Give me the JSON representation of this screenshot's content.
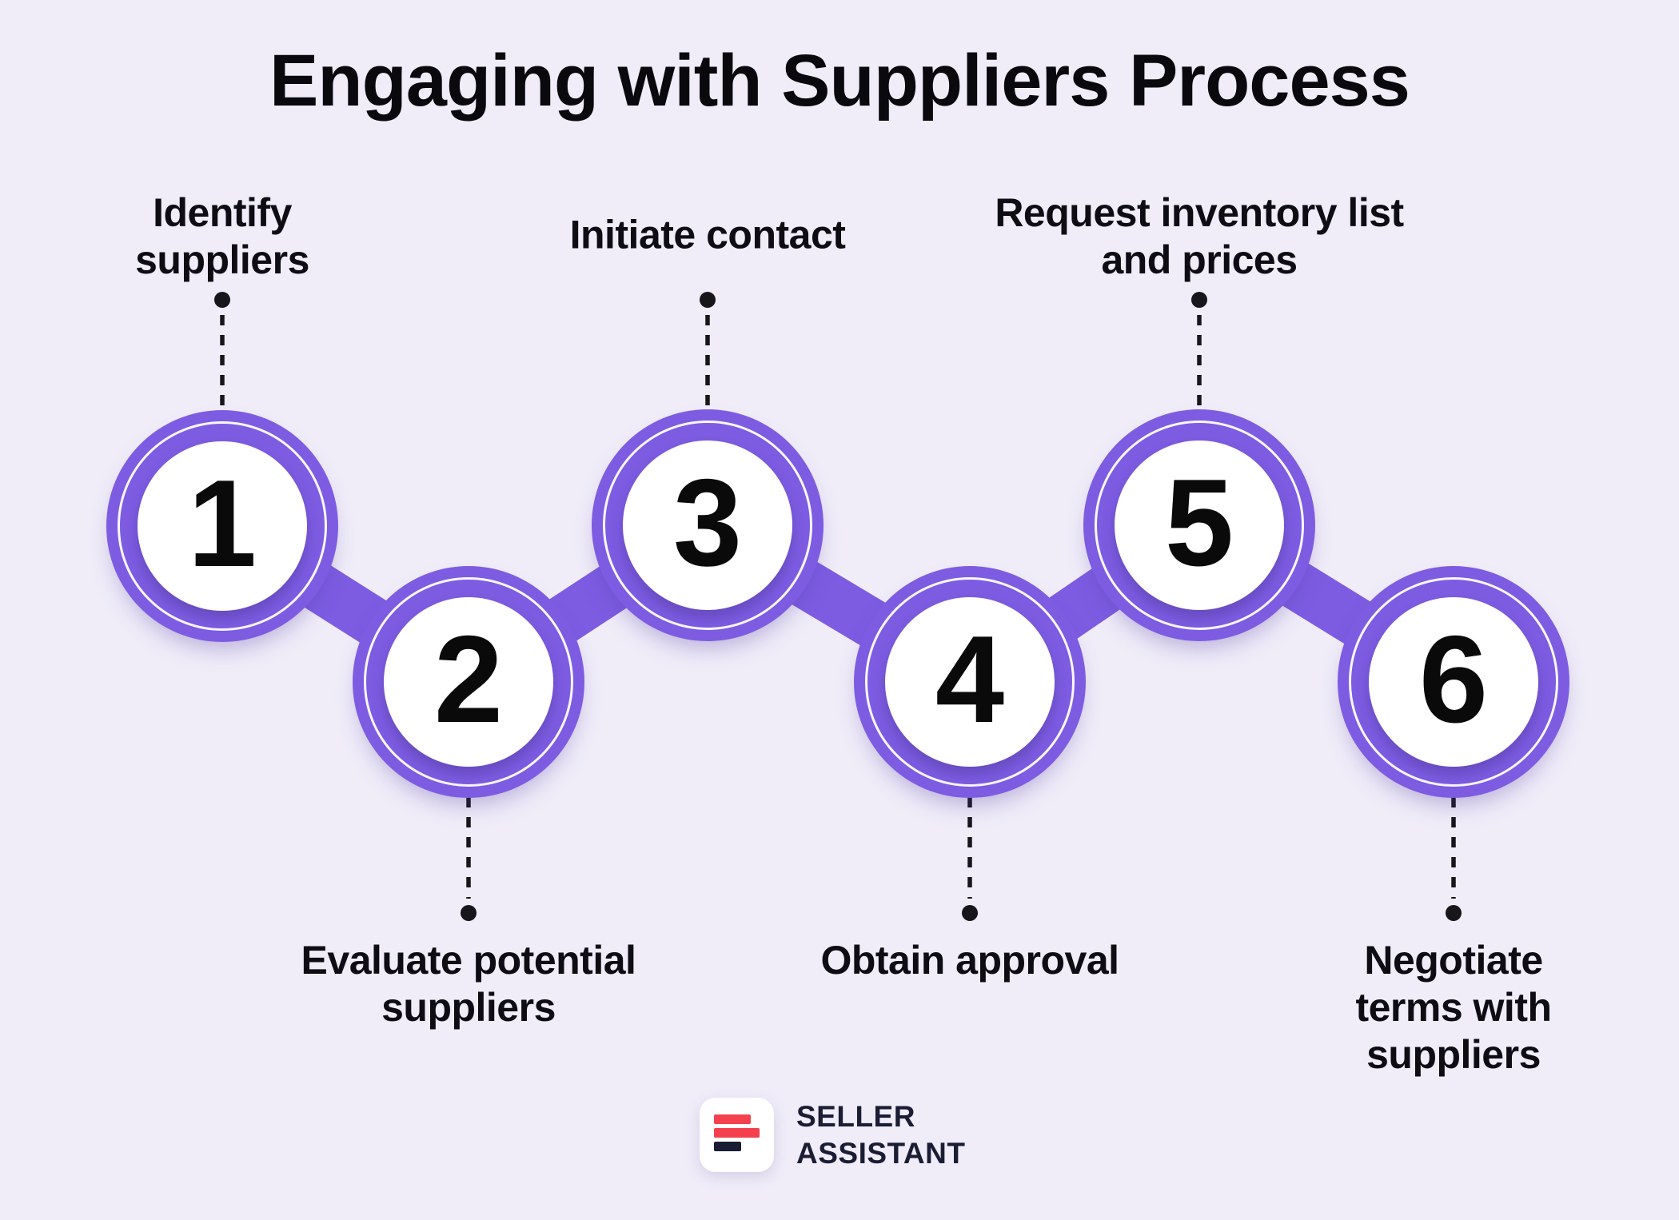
{
  "title": "Engaging with Suppliers Process",
  "steps": [
    {
      "number": "1",
      "label": "Identify suppliers",
      "label_position": "top"
    },
    {
      "number": "2",
      "label": "Evaluate potential suppliers",
      "label_position": "bottom"
    },
    {
      "number": "3",
      "label": "Initiate contact",
      "label_position": "top"
    },
    {
      "number": "4",
      "label": "Obtain approval",
      "label_position": "bottom"
    },
    {
      "number": "5",
      "label": "Request inventory list and prices",
      "label_position": "top"
    },
    {
      "number": "6",
      "label": "Negotiate terms with suppliers",
      "label_position": "bottom"
    }
  ],
  "logo": {
    "line1": "SELLER",
    "line2": "ASSISTANT",
    "icon": "three-bars-logo-icon"
  },
  "colors": {
    "background": "#f0edf9",
    "accent_purple": "#7d5ce2",
    "circle_fill": "#ffffff",
    "text": "#0d0d13",
    "logo_red": "#f4414d",
    "logo_navy": "#191c33"
  }
}
